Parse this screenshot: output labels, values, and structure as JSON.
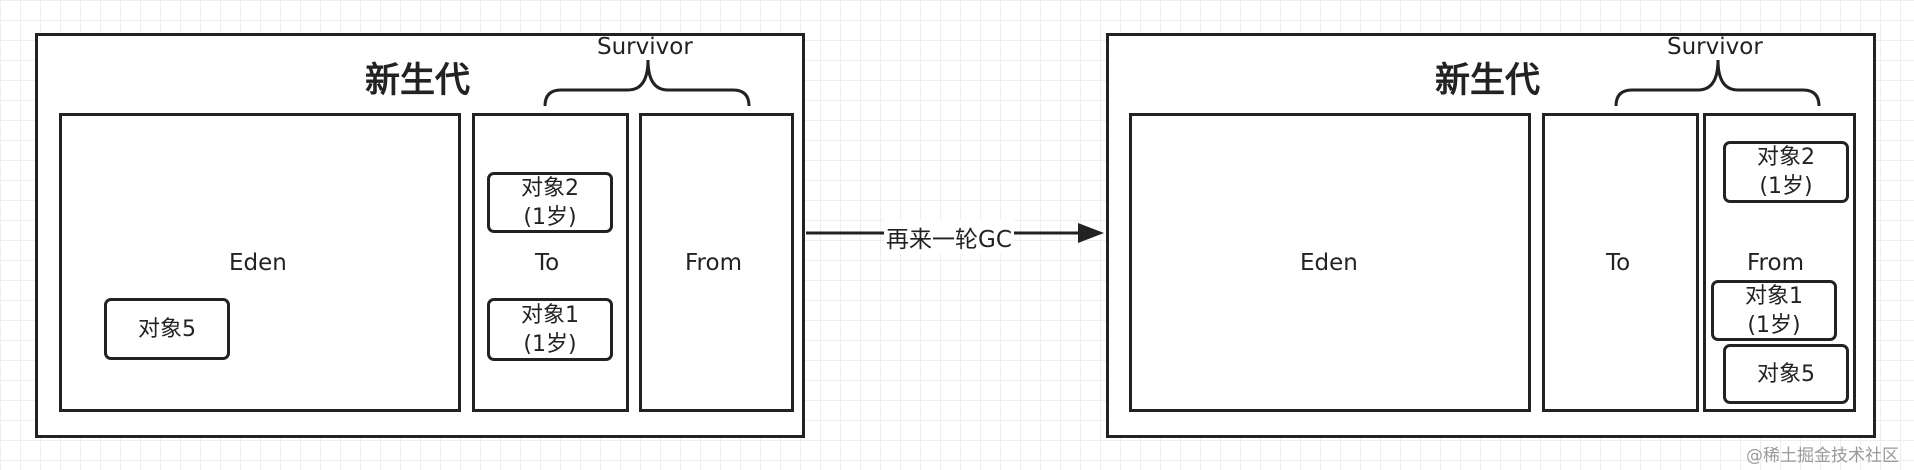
{
  "left_state": {
    "title": "新生代",
    "survivor_label": "Survivor",
    "eden": {
      "label": "Eden",
      "objects": [
        {
          "line1": "对象5",
          "line2": ""
        }
      ]
    },
    "to": {
      "label": "To",
      "objects": [
        {
          "line1": "对象2",
          "line2": "(1岁)"
        },
        {
          "line1": "对象1",
          "line2": "(1岁)"
        }
      ]
    },
    "from": {
      "label": "From",
      "objects": []
    }
  },
  "arrow": {
    "label": "再来一轮GC"
  },
  "right_state": {
    "title": "新生代",
    "survivor_label": "Survivor",
    "eden": {
      "label": "Eden",
      "objects": []
    },
    "to": {
      "label": "To",
      "objects": []
    },
    "from": {
      "label": "From",
      "objects": [
        {
          "line1": "对象2",
          "line2": "(1岁)"
        },
        {
          "line1": "对象1",
          "line2": "(1岁)"
        },
        {
          "line1": "对象5",
          "line2": ""
        }
      ]
    }
  },
  "watermark": "@稀土掘金技术社区"
}
